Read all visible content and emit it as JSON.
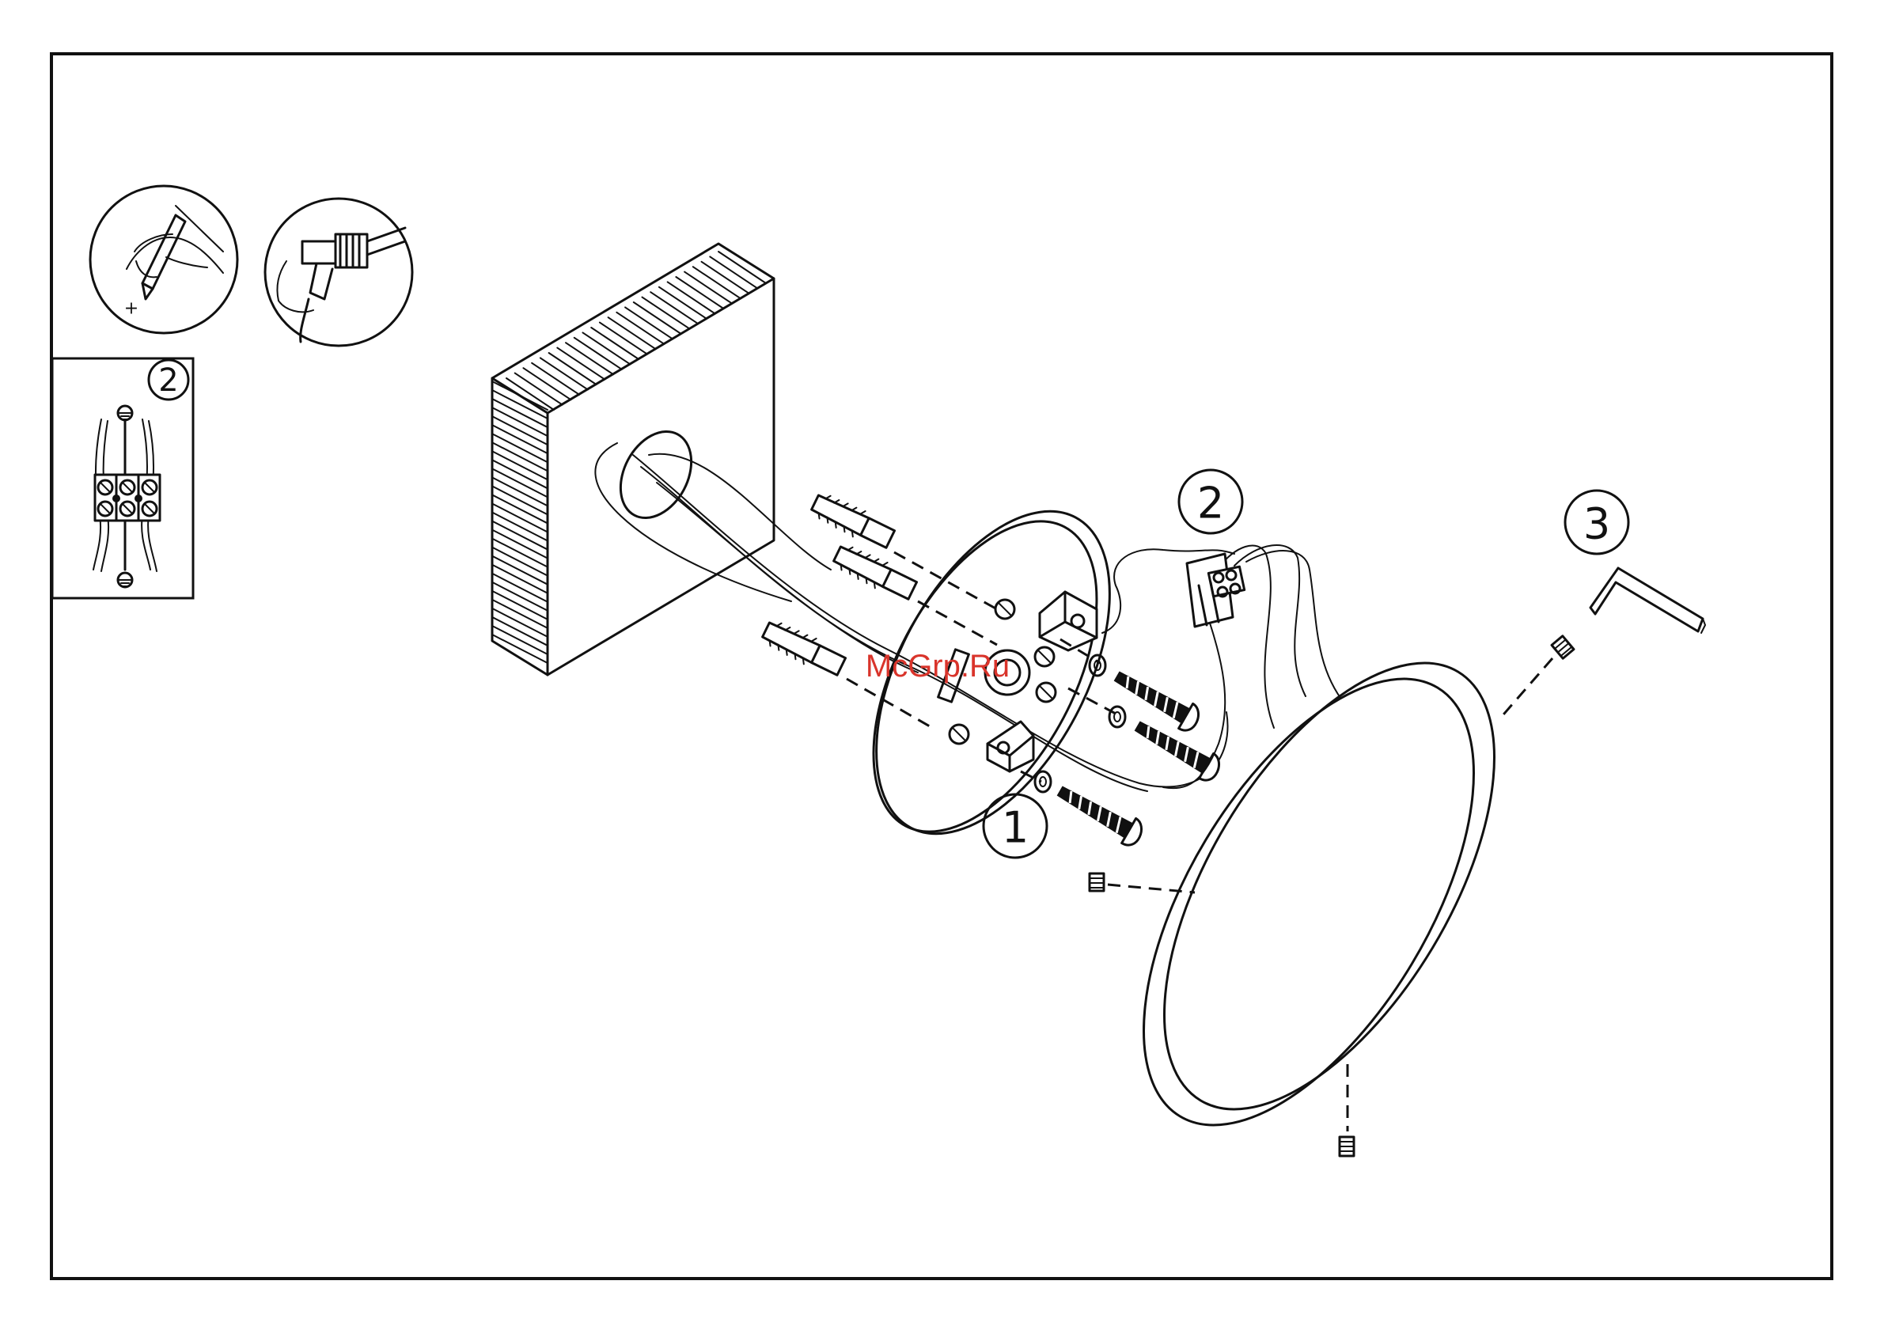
{
  "callouts": {
    "mount_plate": "1",
    "terminal": "2",
    "hex_key": "3",
    "inset_terminal": "2"
  },
  "inset": {
    "mark_symbol": "+"
  },
  "watermark": "McGrp.Ru",
  "colors": {
    "line": "#111111",
    "background": "#ffffff",
    "watermark": "#d9342b"
  },
  "icons": [
    "pencil-mark-icon",
    "drill-icon",
    "earth-ground-icon",
    "terminal-block-icon",
    "hex-key-icon"
  ]
}
